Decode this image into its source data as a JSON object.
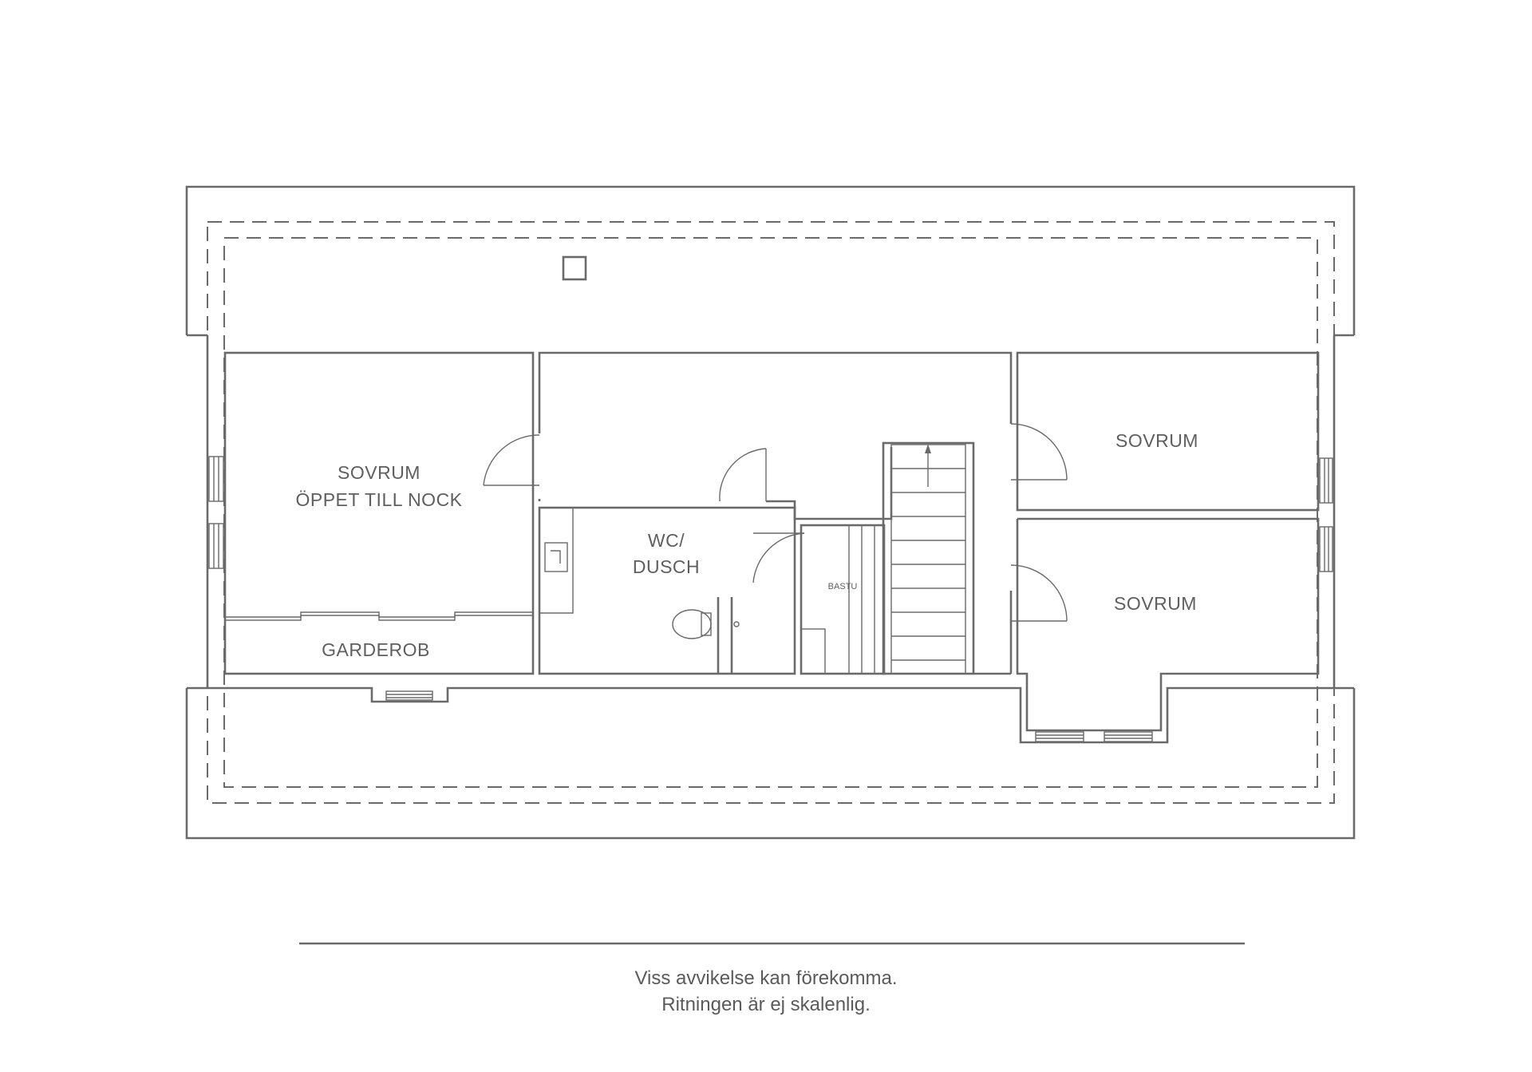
{
  "rooms": {
    "bedroom_left_line1": "SOVRUM",
    "bedroom_left_line2": "ÖPPET TILL NOCK",
    "wardrobe": "GARDEROB",
    "wc_line1": "WC/",
    "wc_line2": "DUSCH",
    "sauna": "BASTU",
    "bedroom_top_right": "SOVRUM",
    "bedroom_bottom_right": "SOVRUM"
  },
  "disclaimer": {
    "line1": "Viss avvikelse kan förekomma.",
    "line2": "Ritningen är ej skalenlig."
  },
  "colors": {
    "line": "#6a6a6a",
    "text": "#5f5f5f",
    "background": "#ffffff"
  }
}
